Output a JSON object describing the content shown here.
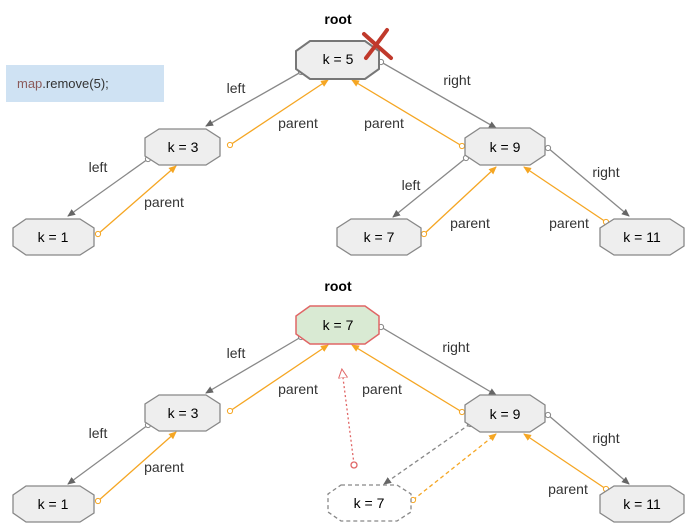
{
  "code": {
    "object": "map",
    "call": ".remove(5);"
  },
  "top_tree": {
    "root_label": "root",
    "nodes": {
      "n5": "k = 5",
      "n3": "k = 3",
      "n9": "k = 9",
      "n1": "k = 1",
      "n7": "k = 7",
      "n11": "k = 11"
    },
    "edges": {
      "left": "left",
      "right": "right",
      "parent": "parent"
    },
    "removed_marker_color": "#c0392b"
  },
  "bottom_tree": {
    "root_label": "root",
    "nodes": {
      "n7_root": "k = 7",
      "n3": "k = 3",
      "n9": "k = 9",
      "n1": "k = 1",
      "n7_old": "k = 7",
      "n11": "k = 11"
    },
    "edges": {
      "left": "left",
      "right": "right",
      "parent": "parent"
    }
  },
  "colors": {
    "child_edge": "#888888",
    "parent_edge": "#f5a623",
    "node_fill": "#eeeeee",
    "node_stroke": "#888888",
    "new_root_fill": "#d9ead3",
    "new_root_stroke": "#e06666",
    "pointer_red": "#e06666"
  }
}
